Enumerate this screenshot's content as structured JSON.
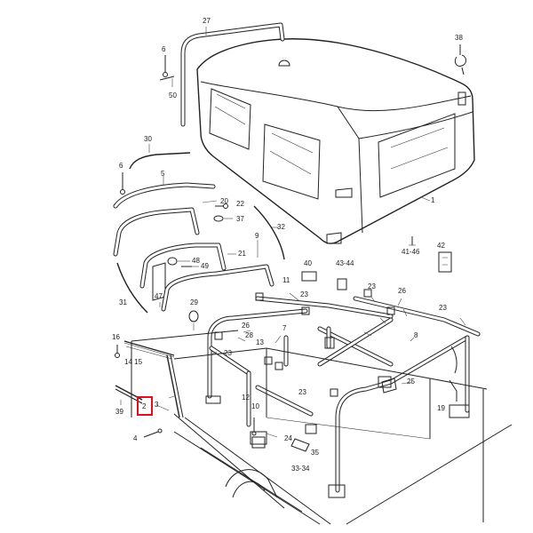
{
  "labels": {
    "p1": "1",
    "p2": "2",
    "p3": "3",
    "p4": "4",
    "p5": "5",
    "p6a": "6",
    "p6b": "6",
    "p7": "7",
    "p8": "8",
    "p9": "9",
    "p10": "10",
    "p11": "11",
    "p12": "12",
    "p13": "13",
    "p14_15": "14 15",
    "p16": "16",
    "p19": "19",
    "p20": "20",
    "p21": "21",
    "p22": "22",
    "p23a": "23",
    "p23b": "23",
    "p23c": "23",
    "p23d": "23",
    "p23e": "23",
    "p24": "24",
    "p25": "25",
    "p26a": "26",
    "p26b": "26",
    "p27": "27",
    "p28": "28",
    "p29": "29",
    "p30": "30",
    "p31": "31",
    "p32": "32",
    "p33_34": "33-34",
    "p35": "35",
    "p37": "37",
    "p38": "38",
    "p39": "39",
    "p40": "40",
    "p41_46": "41-46",
    "p42": "42",
    "p43_44": "43-44",
    "p47": "47",
    "p48": "48",
    "p49": "49",
    "p50": "50"
  },
  "highlight": {
    "label": "2",
    "color": "#e0101a"
  }
}
